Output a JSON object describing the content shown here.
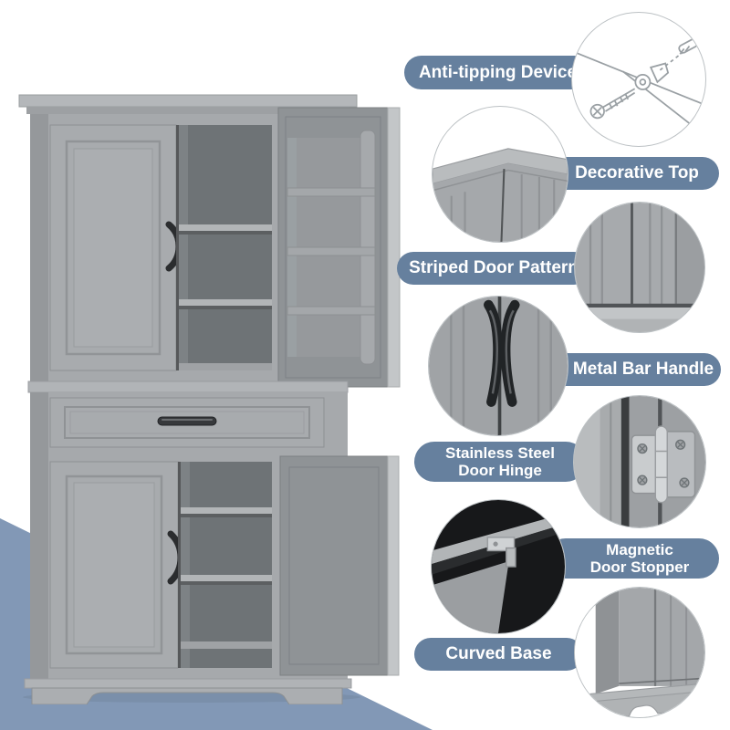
{
  "image_type": "product-feature-diagram",
  "product": {
    "name": "grey tall storage cabinet with open doors, drawer and shelves"
  },
  "colors": {
    "background": "#ffffff",
    "label_pill": "#66809e",
    "label_text": "#ffffff",
    "corner_triangle": "#8298b6",
    "circle_border": "#bcc1c4",
    "cabinet_gray": "#a6a9ac",
    "cabinet_interior_gray": "#6e7376",
    "handle_black": "#2c2e30"
  },
  "features": [
    {
      "id": "anti-tipping-device",
      "lines": [
        "Anti-tipping Device"
      ]
    },
    {
      "id": "decorative-top",
      "lines": [
        "Decorative Top"
      ]
    },
    {
      "id": "striped-door-pattern",
      "lines": [
        "Striped Door Pattern"
      ]
    },
    {
      "id": "metal-bar-handle",
      "lines": [
        "Metal Bar Handle"
      ]
    },
    {
      "id": "stainless-steel-door-hinge",
      "lines": [
        "Stainless Steel",
        "Door Hinge"
      ]
    },
    {
      "id": "magnetic-door-stopper",
      "lines": [
        "Magnetic",
        "Door Stopper"
      ]
    },
    {
      "id": "curved-base",
      "lines": [
        "Curved Base"
      ]
    }
  ]
}
